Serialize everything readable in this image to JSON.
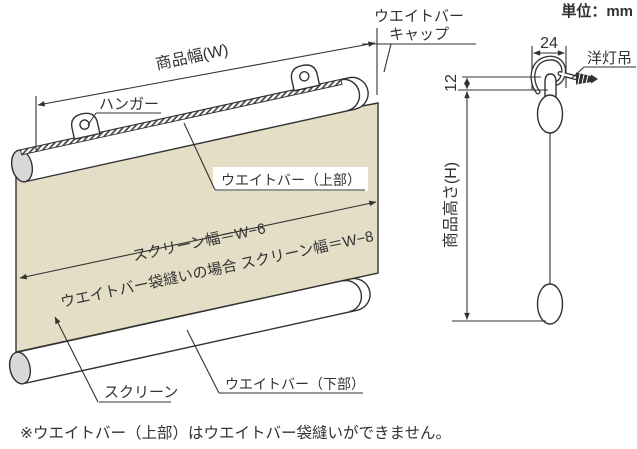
{
  "page": {
    "unit_label": "単位：mm",
    "footnote": "※ウエイトバー（上部）はウエイトバー袋縫いができません。"
  },
  "front_view": {
    "product_width_label": "商品幅(W)",
    "hanger_label": "ハンガー",
    "cap_label_line1": "ウエイトバー",
    "cap_label_line2": "キャップ",
    "weight_bar_top_label": "ウエイトバー（上部）",
    "screen_width_formula": "スクリーン幅＝W−6",
    "screen_width_formula_pocket": "ウエイトバー袋縫いの場合 スクリーン幅＝W−8",
    "screen_label": "スクリーン",
    "weight_bar_bottom_label": "ウエイトバー（下部）"
  },
  "side_view": {
    "hook_width_mm": "24",
    "hook_offset_mm": "12",
    "hook_label": "洋灯吊",
    "product_height_label": "商品高さ(H)"
  },
  "colors": {
    "screen": "#e3dec5",
    "line": "#323232",
    "end_cap": "#d8d8d8"
  }
}
